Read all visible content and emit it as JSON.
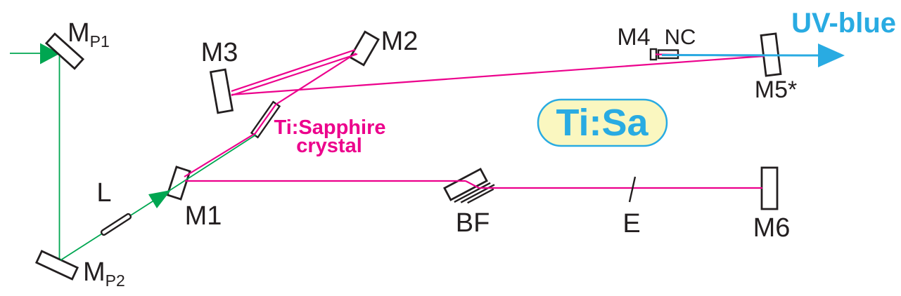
{
  "diagram": {
    "title": "Ti:Sapphire laser cavity with intracavity frequency doubling",
    "labels": {
      "mp1_main": "M",
      "mp1_sub": "P1",
      "mp2_main": "M",
      "mp2_sub": "P2",
      "lens": "L",
      "m1": "M1",
      "m2": "M2",
      "m3": "M3",
      "m4": "M4",
      "m5": "M5*",
      "m6": "M6",
      "nc": "NC",
      "bf": "BF",
      "etalon": "E",
      "crystal_line1": "Ti:Sapphire",
      "crystal_line2": "crystal",
      "badge": "Ti:Sa",
      "output": "UV-blue"
    },
    "colors": {
      "pump_green": "#00A651",
      "beam_magenta": "#EC008C",
      "uv_blue": "#29ABE2",
      "outline": "#231F20",
      "badge_fill": "#FAF7C0",
      "background": "#FFFFFF"
    }
  }
}
